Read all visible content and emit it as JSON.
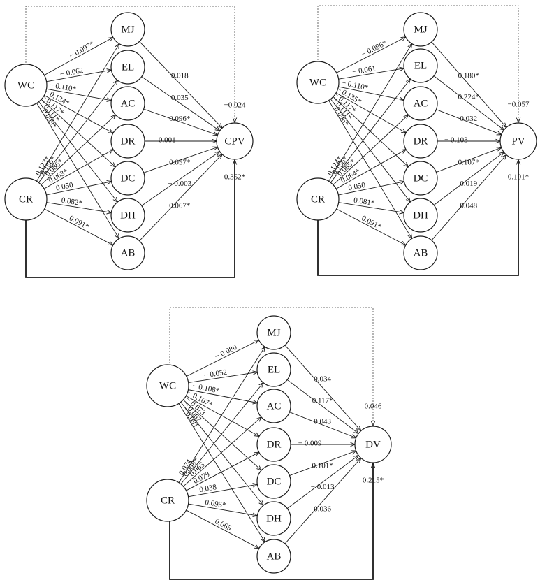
{
  "diagrams": [
    {
      "outcome": "CPV",
      "predictors": [
        "WC",
        "CR"
      ],
      "mediators": [
        "MJ",
        "EL",
        "AC",
        "DR",
        "DC",
        "DH",
        "AB"
      ],
      "wc_to_mediators": [
        "− 0.097*",
        "− 0.062",
        "− 0.110*",
        "− 0.134*",
        "− 0.117*",
        "− 0.111*",
        "− 0.099*"
      ],
      "cr_to_mediators": [
        "0.123*",
        "0.156*",
        "0.086*",
        "0.063*",
        "0.050",
        "0.082*",
        "0.091*"
      ],
      "mediators_to_outcome": [
        "0.018",
        "0.035",
        "0.096*",
        "0.001",
        "0.057*",
        "− 0.003",
        "0.067*"
      ],
      "wc_direct": "−0.024",
      "cr_direct": "0.352*"
    },
    {
      "outcome": "PV",
      "predictors": [
        "WC",
        "CR"
      ],
      "mediators": [
        "MJ",
        "EL",
        "AC",
        "DR",
        "DC",
        "DH",
        "AB"
      ],
      "wc_to_mediators": [
        "− 0.096*",
        "− 0.061",
        "− 0.110*",
        "− 0.135*",
        "− 0.117*",
        "− 0.111*",
        "− 0.096*"
      ],
      "cr_to_mediators": [
        "0.124*",
        "0.156*",
        "0.085*",
        "0.064*",
        "0.050",
        "0.081*",
        "0.091*"
      ],
      "mediators_to_outcome": [
        "0.180*",
        "0.224*",
        "0.032",
        "− 0.103",
        "0.107*",
        "0.019",
        "0.048"
      ],
      "wc_direct": "−0.057",
      "cr_direct": "0.191*"
    },
    {
      "outcome": "DV",
      "predictors": [
        "WC",
        "CR"
      ],
      "mediators": [
        "MJ",
        "EL",
        "AC",
        "DR",
        "DC",
        "DH",
        "AB"
      ],
      "wc_to_mediators": [
        "− 0.080",
        "− 0.052",
        "− 0.108*",
        "− 0.107*",
        "− 0.073",
        "− 0.067",
        "− 0.091"
      ],
      "cr_to_mediators": [
        "0.074",
        "0.098*",
        "0.065",
        "0.079",
        "0.038",
        "0.095*",
        "0.065"
      ],
      "mediators_to_outcome": [
        "0.034",
        "0.117*",
        "0.043",
        "− 0.009",
        "0.101*",
        "− 0.013",
        "0.036"
      ],
      "wc_direct": "0.046",
      "cr_direct": "0.215*"
    }
  ]
}
